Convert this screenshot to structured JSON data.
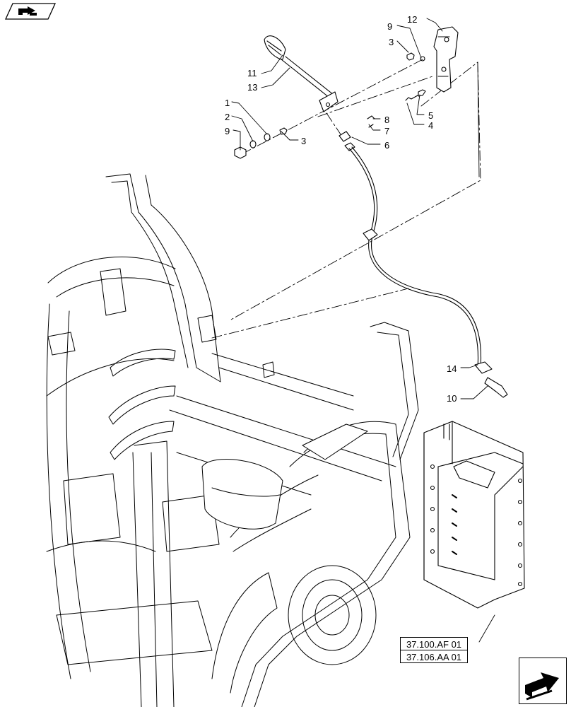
{
  "callouts": {
    "c1": "1",
    "c2": "2",
    "c3a": "3",
    "c3b": "3",
    "c4": "4",
    "c5": "5",
    "c6": "6",
    "c7": "7",
    "c8": "8",
    "c9a": "9",
    "c9b": "9",
    "c10": "10",
    "c11": "11",
    "c12": "12",
    "c13": "13",
    "c14": "14"
  },
  "references": [
    "37.100.AF 01",
    "37.106.AA 01"
  ],
  "navigation": {
    "top_left_icon": "back-arrow-icon",
    "bottom_right_icon": "next-page-arrow-icon"
  }
}
